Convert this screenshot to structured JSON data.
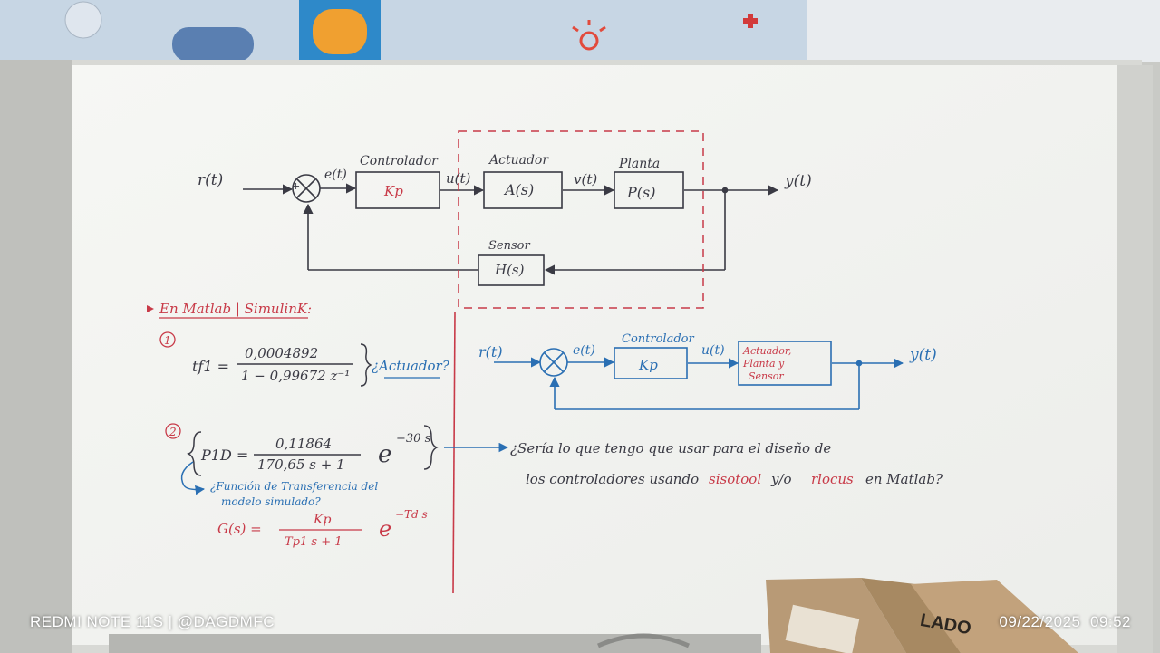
{
  "diagram_top": {
    "r": "r(t)",
    "e": "e(t)",
    "controller_title": "Controlador",
    "kp": "Kp",
    "u": "u(t)",
    "actuator_title": "Actuador",
    "actuator_block": "A(s)",
    "v": "v(t)",
    "plant_title": "Planta",
    "plant_block": "P(s)",
    "y": "y(t)",
    "sensor_title": "Sensor",
    "sensor_block": "H(s)"
  },
  "notes": {
    "header": "En Matlab | SimulinK:",
    "item1_num": "1",
    "tf1_lhs": "tf1 =",
    "tf1_numer": "0,0004892",
    "tf1_denom": "1 − 0,99672 z⁻¹",
    "tf1_question": "¿Actuador?",
    "item2_num": "2",
    "p1d_lhs": "P1D =",
    "p1d_numer": "0,11864",
    "p1d_denom": "170,65 s + 1",
    "p1d_exp_base": "e",
    "p1d_exp": "−30 s",
    "p1d_question_line1": "¿Función de Transferencia del",
    "p1d_question_line2": "modelo simulado?",
    "g_lhs": "G(s) =",
    "g_numer": "Kp",
    "g_denom": "Tp1 s + 1",
    "g_exp_base": "e",
    "g_exp": "−Td s"
  },
  "diagram_bottom": {
    "r": "r(t)",
    "e": "e(t)",
    "controller_title": "Controlador",
    "kp": "Kp",
    "u": "u(t)",
    "block_line1": "Actuador,",
    "block_line2": "Planta  y",
    "block_line3": "Sensor",
    "y": "y(t)"
  },
  "question": {
    "line1": "¿Sería lo que tengo que usar para el diseño de",
    "line2_a": "los controladores usando",
    "line2_sisotool": "sisotool",
    "line2_b": "y/o",
    "line2_rlocus": "rlocus",
    "line2_c": "en Matlab?"
  },
  "watermark": {
    "device": "REDMI NOTE 11S | @DAGDMFC",
    "datetime": "09/22/2025  09:52"
  },
  "box_label": "LADO",
  "colors": {
    "ink_black": "#3a3a44",
    "ink_red": "#c83a48",
    "ink_blue": "#2a6fb3",
    "board": "#f3f4f1"
  }
}
